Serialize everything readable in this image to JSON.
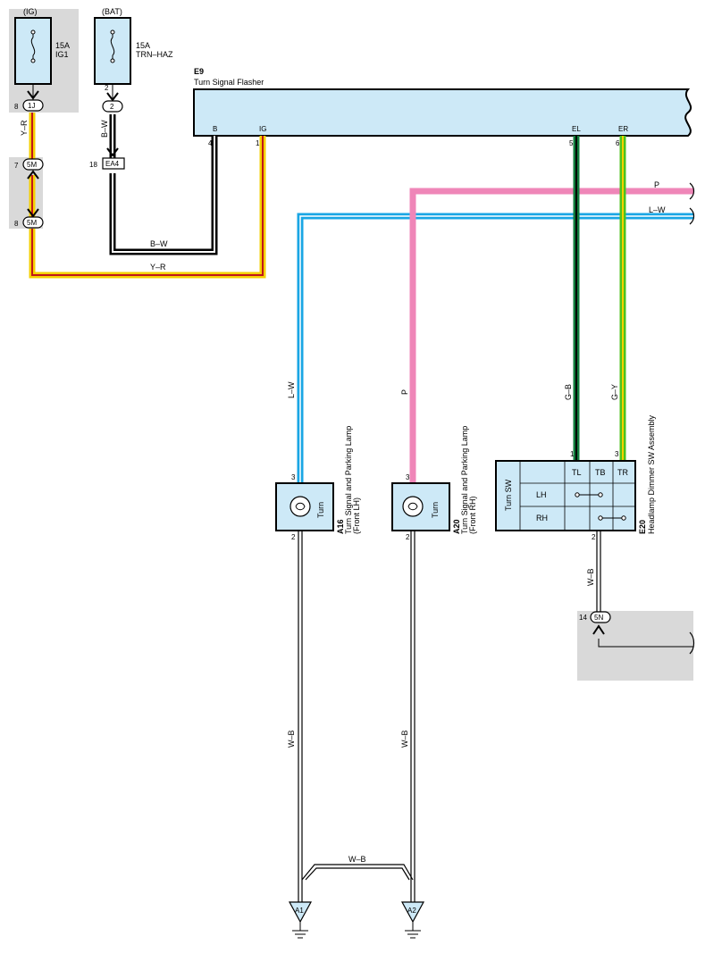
{
  "fuses": {
    "ig": {
      "source": "(IG)",
      "rating": "15A",
      "name": "IG1"
    },
    "bat": {
      "source": "(BAT)",
      "rating": "15A",
      "name": "TRN–HAZ"
    }
  },
  "flasher": {
    "code": "E9",
    "name": "Turn Signal Flasher",
    "pin_b_name": "B",
    "pin_ig_name": "IG",
    "pin_el_name": "EL",
    "pin_er_name": "ER",
    "pin_b_num": "4",
    "pin_ig_num": "1",
    "pin_el_num": "5",
    "pin_er_num": "6"
  },
  "connectors": {
    "c1j": {
      "label": "1J",
      "pin": "8"
    },
    "c2": {
      "label": "2",
      "pin": "2"
    },
    "ea4": {
      "label": "EA4",
      "pin": "18"
    },
    "c5m_top": {
      "label": "5M",
      "pin": "7"
    },
    "c5m_bot": {
      "label": "5M",
      "pin": "8"
    },
    "c5n": {
      "label": "5N",
      "pin": "14"
    }
  },
  "wires": {
    "yr": "Y–R",
    "bw": "B–W",
    "p": "P",
    "lw": "L–W",
    "gb": "G–B",
    "gy": "G–Y",
    "wb": "W–B"
  },
  "lamps": {
    "a16": {
      "code": "A16",
      "line1": "Turn Signal and Parking Lamp",
      "line2": "(Front LH)",
      "label": "Turn",
      "pin_top": "3",
      "pin_bot": "2"
    },
    "a20": {
      "code": "A20",
      "line1": "Turn Signal and Parking Lamp",
      "line2": "(Front RH)",
      "label": "Turn",
      "pin_top": "3",
      "pin_bot": "2"
    }
  },
  "switch": {
    "code": "E20",
    "name": "Headlamp Dimmer SW Assembly",
    "sw_label": "Turn SW",
    "cols": [
      "TL",
      "TB",
      "TR"
    ],
    "rows": [
      "LH",
      "RH"
    ],
    "pin_tl": "1",
    "pin_tr": "3",
    "pin_tb": "2"
  },
  "grounds": {
    "a1": "A1",
    "a2": "A2"
  },
  "colors": {
    "yellow": "#f5d000",
    "red": "#c0161b",
    "pink": "#ef86b8",
    "blue": "#1aa6e4",
    "green_dark": "#0f7a3a",
    "green_light": "#4cc21e",
    "box_fill": "#cde9f7",
    "gray": "#d9d9d9"
  }
}
